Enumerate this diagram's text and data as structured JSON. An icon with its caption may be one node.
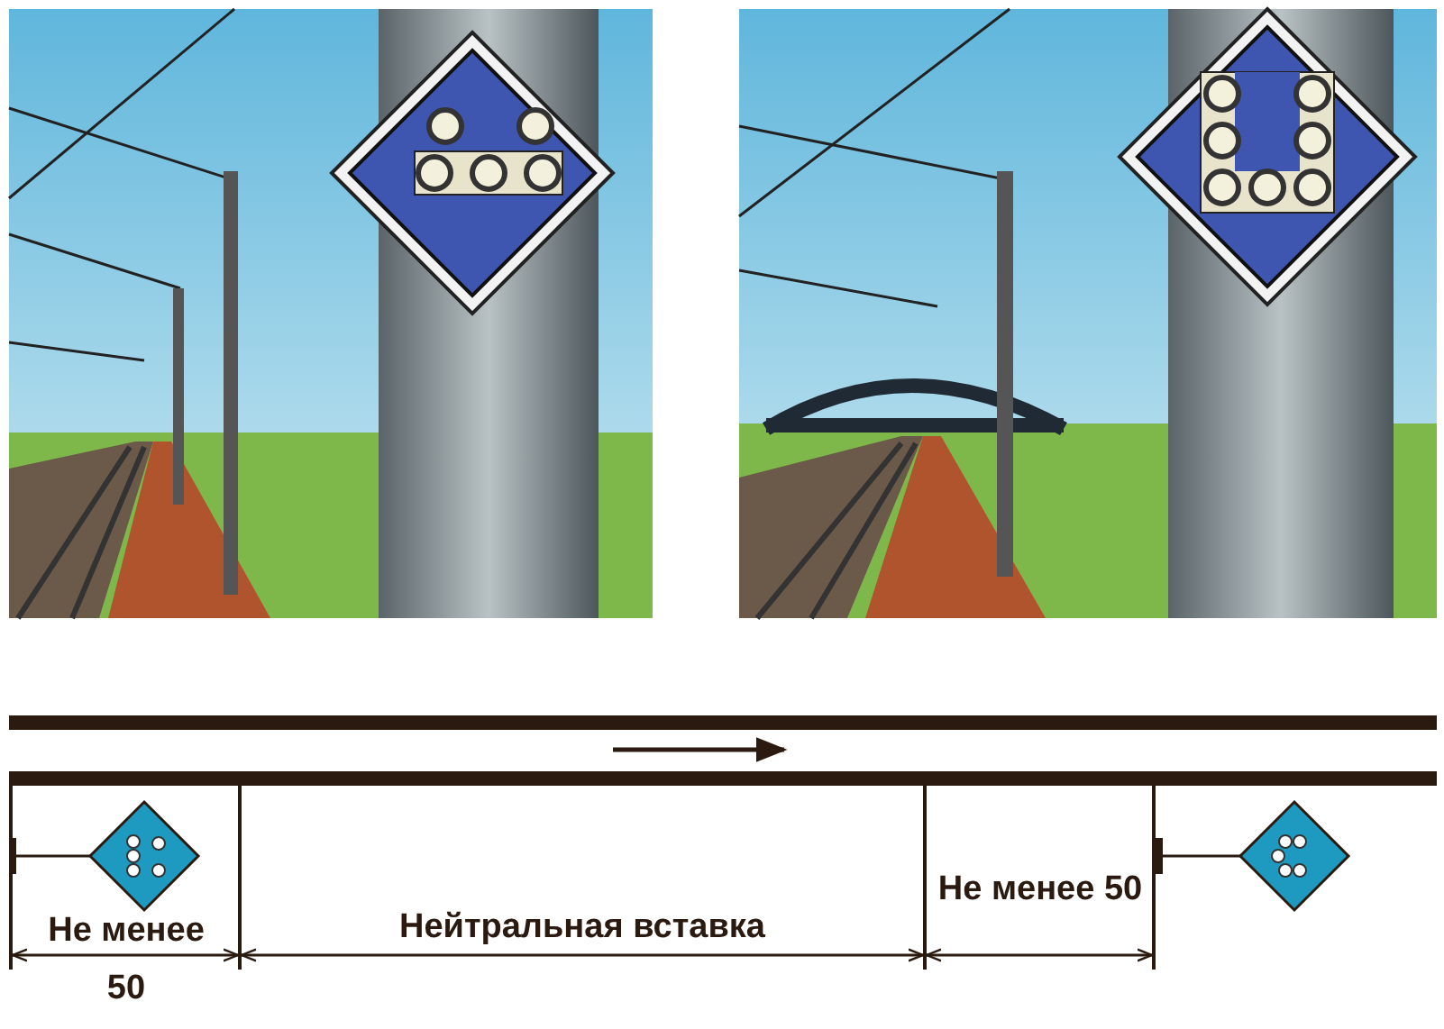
{
  "diagram": {
    "labels": [
      "Не менее",
      "50",
      "Нейтральная вставка",
      "Не менее 50"
    ]
  }
}
